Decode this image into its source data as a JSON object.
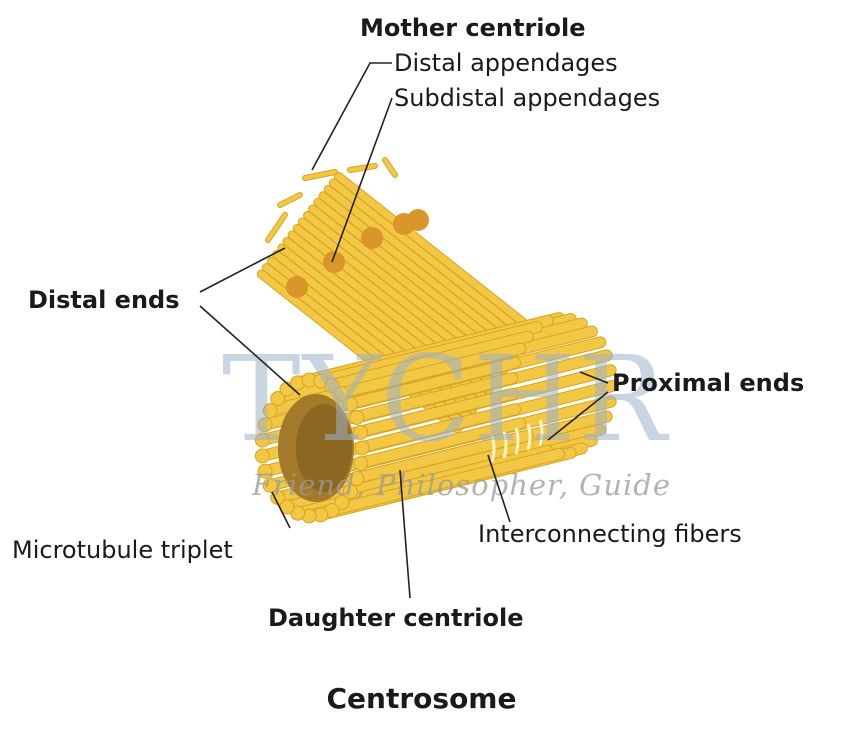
{
  "labels": {
    "mother_centriole": "Mother centriole",
    "distal_appendages": "Distal appendages",
    "subdistal_appendages": "Subdistal appendages",
    "distal_ends": "Distal ends",
    "proximal_ends": "Proximal ends",
    "interconnecting_fibers": "Interconnecting fibers",
    "microtubule_triplet": "Microtubule triplet",
    "daughter_centriole": "Daughter centriole"
  },
  "caption": "Centrosome",
  "watermark": {
    "brand": "TYCHR",
    "tagline": "Friend, Philosopher, Guide"
  },
  "colors": {
    "tube": "#f2c744",
    "tube_dark": "#d9a520",
    "appendage": "#d9962a",
    "watermark": "#9db3c9"
  }
}
